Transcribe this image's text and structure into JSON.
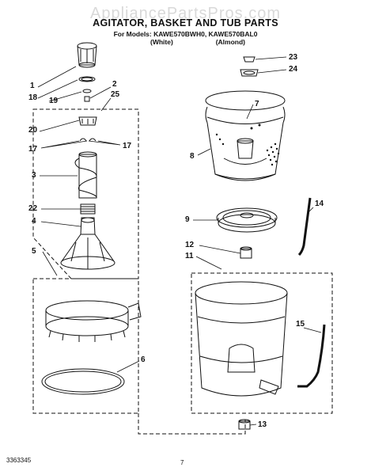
{
  "watermark": "AppliancePartsPros.com",
  "title": "AGITATOR, BASKET AND TUB PARTS",
  "models_line": "For Models: KAWE570BWH0, KAWE570BAL0",
  "variant_white": "(White)",
  "variant_almond": "(Almond)",
  "part_numbers": {
    "n1": "1",
    "n18": "18",
    "n19": "19",
    "n2": "2",
    "n25": "25",
    "n20": "20",
    "n17a": "17",
    "n17b": "17",
    "n3": "3",
    "n22": "22",
    "n4": "4",
    "n5": "5",
    "n6": "6",
    "n23": "23",
    "n24": "24",
    "n7": "7",
    "n8": "8",
    "n9": "9",
    "n14": "14",
    "n12": "12",
    "n11": "11",
    "n15": "15",
    "n13": "13"
  },
  "footer_doc": "3363345",
  "footer_page": "7"
}
